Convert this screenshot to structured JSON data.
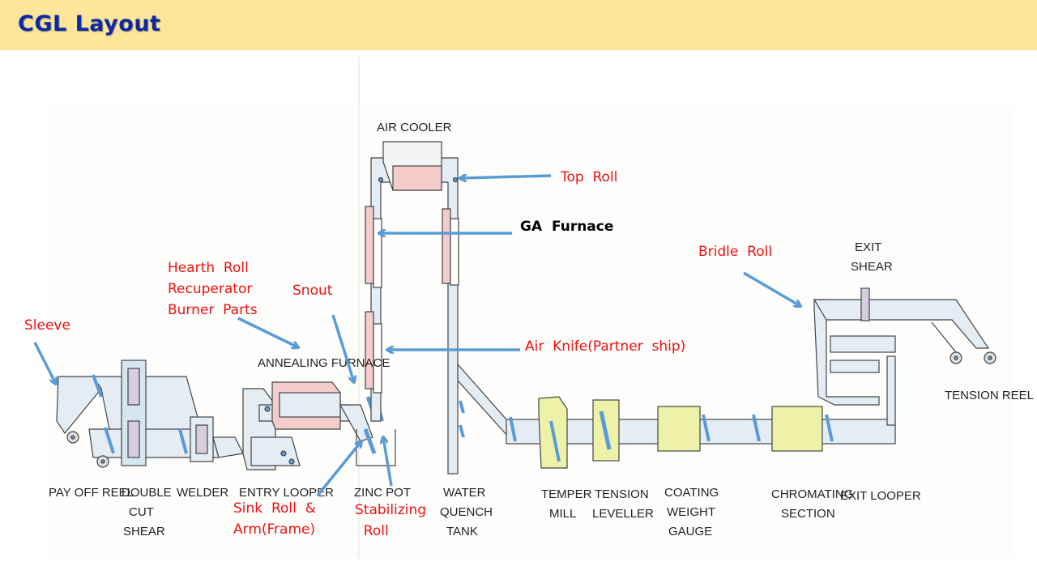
{
  "header": {
    "title": "CGL  Layout",
    "background": "#ffe599",
    "title_color": "#0a2aa8"
  },
  "equipment_labels": {
    "pay_off_reel": "PAY OFF REEL",
    "double_cut_shear": [
      "DOUBLE",
      "CUT",
      "SHEAR"
    ],
    "welder": "WELDER",
    "entry_looper": "ENTRY LOOPER",
    "annealing_furnace": "ANNEALING FURNACE",
    "zinc_pot": "ZINC POT",
    "air_cooler": "AIR COOLER",
    "water_quench_tank": [
      "WATER",
      "QUENCH",
      "TANK"
    ],
    "temper_mill": [
      "TEMPER",
      "MILL"
    ],
    "tension_leveller": [
      "TENSION",
      "LEVELLER"
    ],
    "coating_weight_gauge": [
      "COATING",
      "WEIGHT",
      "GAUGE"
    ],
    "chromating_section": [
      "CHROMATING",
      "SECTION"
    ],
    "exit_looper": "EXIT LOOPER",
    "exit_shear": [
      "EXIT",
      "SHEAR"
    ],
    "tension_reel": "TENSION REEL"
  },
  "callouts": {
    "sleeve": "Sleeve",
    "hearth_roll": "Hearth  Roll\nRecuperator\nBurner  Parts",
    "snout": "Snout",
    "sink_roll": "Sink  Roll  &\nArm(Frame)",
    "stabilizing_roll": "Stabilizing\n  Roll",
    "top_roll": "Top  Roll",
    "ga_furnace": "GA  Furnace",
    "air_knife": "Air  Knife(Partner  ship)",
    "bridle_roll": "Bridle  Roll"
  },
  "colors": {
    "callout_text": "#ee1111",
    "arrow": "#5b9bd5",
    "strip": "#e4ecf4",
    "furnace_pink": "#f4cccc",
    "yellow_box": "#eef2a8"
  }
}
